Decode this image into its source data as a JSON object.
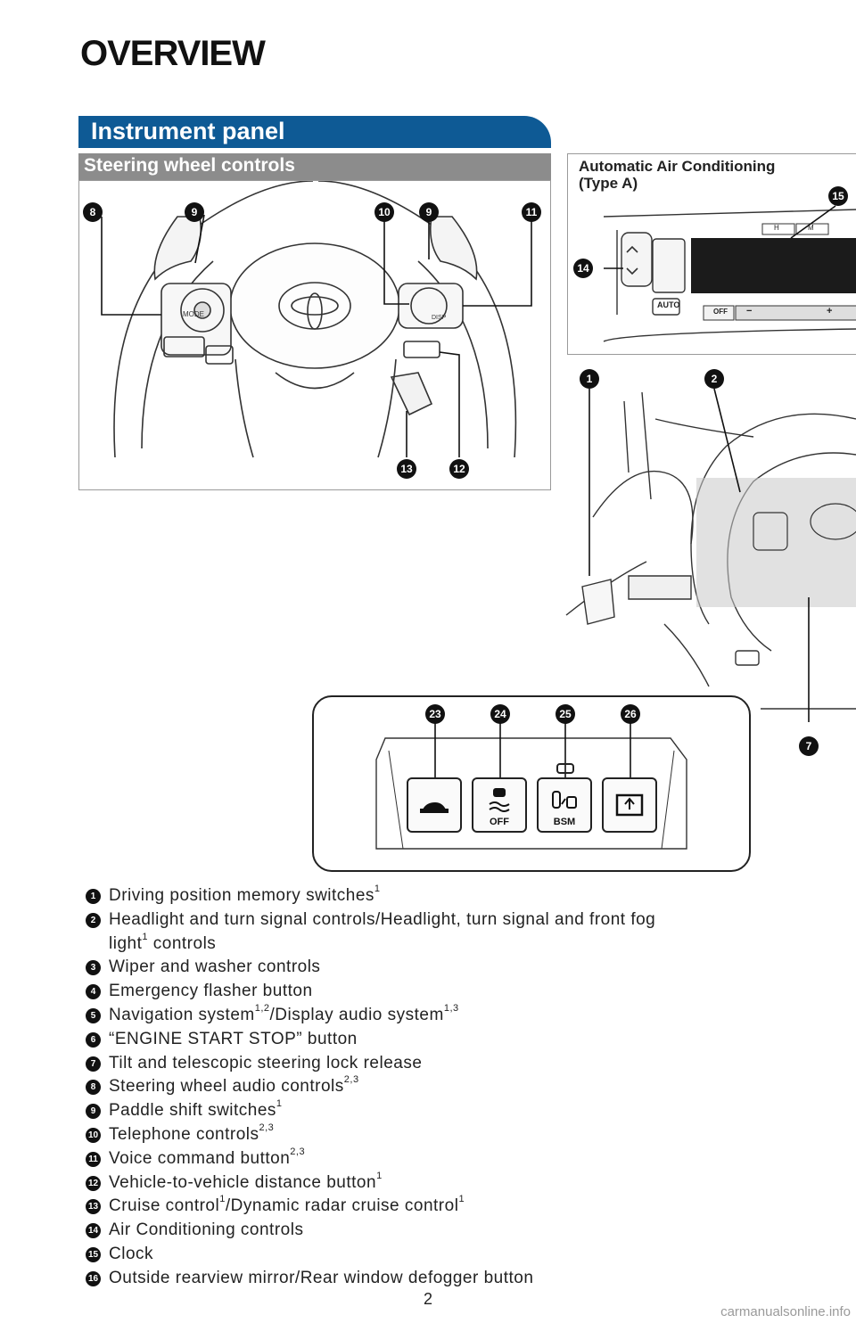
{
  "page": {
    "title": "OVERVIEW",
    "section": "Instrument panel",
    "subsection": "Steering wheel controls",
    "ac_title_line1": "Automatic Air Conditioning",
    "ac_title_line2": "(Type A)",
    "page_number": "2",
    "watermark": "carmanualsonline.info"
  },
  "callouts": {
    "steering": [
      "8",
      "9",
      "10",
      "9",
      "11",
      "13",
      "12"
    ],
    "ac": [
      "15",
      "14"
    ],
    "dash": [
      "1",
      "2",
      "7"
    ],
    "switches": [
      "23",
      "24",
      "25",
      "26"
    ]
  },
  "switch_labels": {
    "vsc_off": "OFF",
    "bsm": "BSM"
  },
  "ac_panel": {
    "auto": "AUTO",
    "off": "OFF",
    "minus": "−",
    "plus": "+",
    "clock_h": "H",
    "clock_m": "M"
  },
  "legend": [
    {
      "num": "1",
      "text": "Driving position memory switches",
      "sup": "1"
    },
    {
      "num": "2",
      "text": "Headlight and turn signal controls/Headlight, turn signal and front fog",
      "sup": ""
    },
    {
      "num": "",
      "text": "light",
      "sup": "1",
      "text2": " controls"
    },
    {
      "num": "3",
      "text": "Wiper and washer controls",
      "sup": ""
    },
    {
      "num": "4",
      "text": "Emergency flasher button",
      "sup": ""
    },
    {
      "num": "5",
      "text": "Navigation system",
      "sup": "1,2",
      "text2": "/Display audio system",
      "sup2": "1,3"
    },
    {
      "num": "6",
      "text": "“ENGINE START STOP” button",
      "sup": ""
    },
    {
      "num": "7",
      "text": "Tilt and telescopic steering lock release",
      "sup": ""
    },
    {
      "num": "8",
      "text": "Steering wheel audio controls",
      "sup": "2,3"
    },
    {
      "num": "9",
      "text": "Paddle shift switches",
      "sup": "1"
    },
    {
      "num": "10",
      "text": "Telephone controls",
      "sup": "2,3"
    },
    {
      "num": "11",
      "text": "Voice command button",
      "sup": "2,3"
    },
    {
      "num": "12",
      "text": "Vehicle-to-vehicle distance button",
      "sup": "1"
    },
    {
      "num": "13",
      "text": "Cruise control",
      "sup": "1",
      "text2": "/Dynamic radar cruise control",
      "sup2": "1"
    },
    {
      "num": "14",
      "text": "Air Conditioning controls",
      "sup": ""
    },
    {
      "num": "15",
      "text": "Clock",
      "sup": ""
    },
    {
      "num": "16",
      "text": "Outside rearview mirror/Rear window defogger button",
      "sup": ""
    }
  ]
}
